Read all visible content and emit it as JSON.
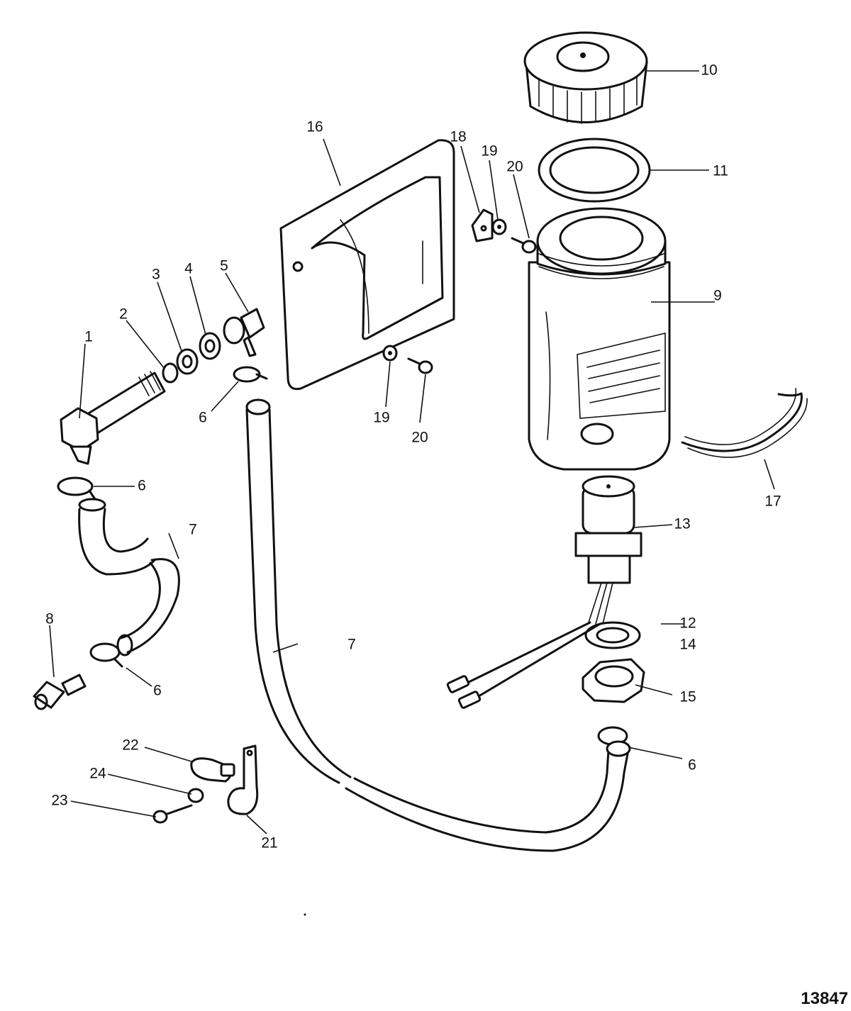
{
  "figure_number": "13847",
  "callouts": {
    "c1": "1",
    "c2": "2",
    "c3": "3",
    "c4": "4",
    "c5": "5",
    "c6a": "6",
    "c6b": "6",
    "c6c": "6",
    "c6d": "6",
    "c7a": "7",
    "c7b": "7",
    "c8": "8",
    "c9": "9",
    "c10": "10",
    "c11": "11",
    "c12": "12",
    "c13": "13",
    "c14": "14",
    "c15": "15",
    "c16": "16",
    "c17": "17",
    "c18": "18",
    "c19a": "19",
    "c19b": "19",
    "c20a": "20",
    "c20b": "20",
    "c21": "21",
    "c22": "22",
    "c23": "23",
    "c24": "24"
  }
}
